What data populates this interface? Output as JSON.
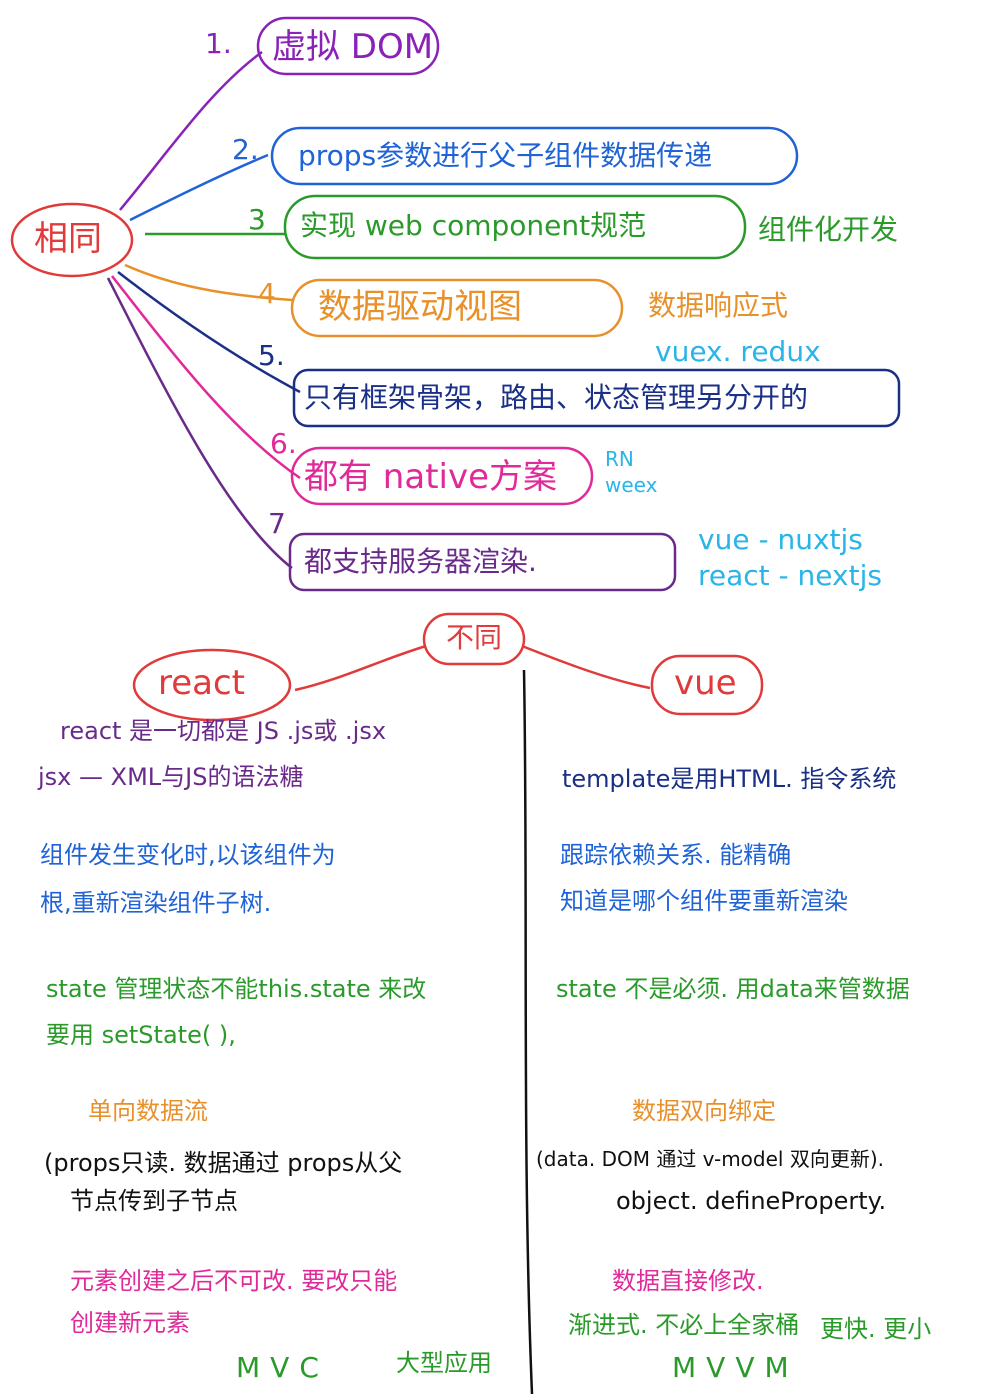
{
  "colors": {
    "red": "#e03a3a",
    "purple": "#8a22b8",
    "blue": "#1f63d6",
    "green": "#2a9a2a",
    "orange": "#e8902a",
    "navy": "#1a2f86",
    "magenta": "#e02a9a",
    "violet": "#6a2a8a",
    "cyan": "#2ab4e8",
    "black": "#111111"
  },
  "root": {
    "label": "相同"
  },
  "similarities": [
    {
      "num": "1.",
      "text": "虚拟 DOM",
      "note": ""
    },
    {
      "num": "2.",
      "text": "props参数进行父子组件数据传递",
      "note": ""
    },
    {
      "num": "3",
      "text": "实现 web component规范",
      "note": "组件化开发"
    },
    {
      "num": "4",
      "text": "数据驱动视图",
      "note": "数据响应式"
    },
    {
      "num": "5.",
      "text": "只有框架骨架，路由、状态管理另分开的",
      "note": "vuex. redux"
    },
    {
      "num": "6.",
      "text": "都有 native方案",
      "note": "RN\nweex"
    },
    {
      "num": "7",
      "text": "都支持服务器渲染.",
      "note": "vue - nuxtjs\nreact - nextjs"
    }
  ],
  "difference": {
    "label": "不同"
  },
  "react": {
    "label": "react",
    "points": [
      "react 是一切都是 JS .js或 .jsx",
      "jsx — XML与JS的语法糖",
      "组件发生变化时,以该组件为",
      "根,重新渲染组件子树.",
      "state 管理状态不能this.state 来改",
      "要用 setState( ),",
      "单向数据流",
      "(props只读. 数据通过 props从父",
      "节点传到子节点",
      "元素创建之后不可改. 要改只能",
      "创建新元素"
    ],
    "footer": "MVC",
    "footer_note": "大型应用"
  },
  "vue": {
    "label": "vue",
    "points": [
      "template是用HTML. 指令系统",
      "跟踪依赖关系. 能精确",
      "知道是哪个组件要重新渲染",
      "state 不是必须. 用data来管数据",
      "数据双向绑定",
      "(data. DOM 通过 v-model 双向更新).",
      "object. defineProperty.",
      "数据直接修改.",
      "渐进式. 不必上全家桶",
      "更快. 更小"
    ],
    "footer": "MVVM"
  }
}
